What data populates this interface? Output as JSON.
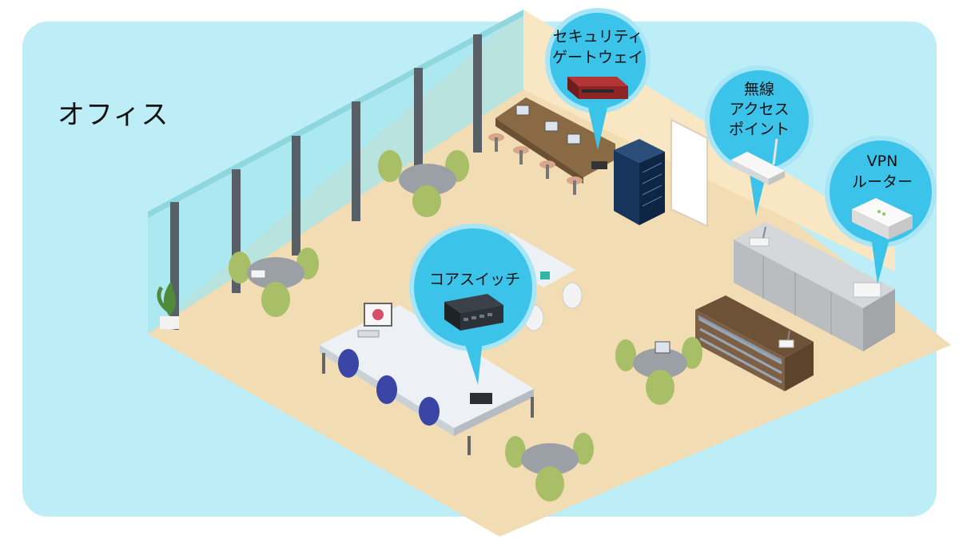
{
  "scene": {
    "title": "オフィス"
  },
  "callouts": {
    "security_gateway": {
      "line1": "セキュリティ",
      "line2": "ゲートウェイ"
    },
    "wireless_ap": {
      "line1": "無線",
      "line2": "アクセス",
      "line3": "ポイント"
    },
    "vpn_router": {
      "line1": "VPN",
      "line2": "ルーター"
    },
    "core_switch": {
      "line1": "コアスイッチ"
    }
  },
  "colors": {
    "panel": "#bdeef8",
    "floor": "#f2dcb3",
    "bubble": "#3cc3ea",
    "bubble_ring": "#a8e6f7",
    "glass": "#a6e6ec",
    "wall": "#f7e7c2",
    "chair_green": "#a8bf67",
    "chair_blue": "#3a45a6",
    "table_gray": "#9aa0a6",
    "server_rack": "#17345c",
    "gateway_red": "#8e2424"
  }
}
